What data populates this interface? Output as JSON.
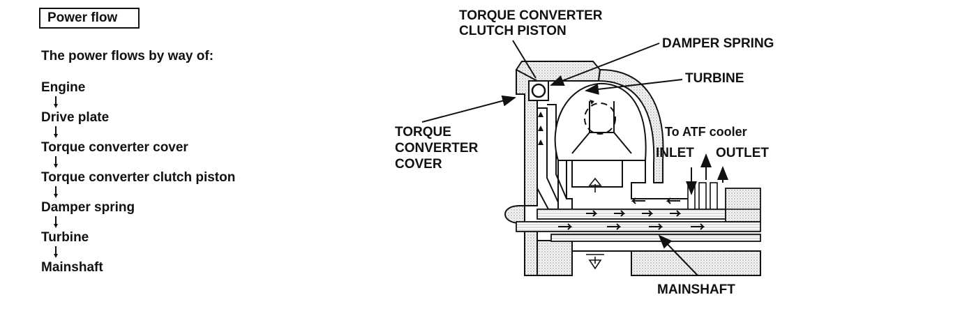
{
  "header": {
    "title": "Power flow"
  },
  "intro": "The power flows by way of:",
  "flow_steps": [
    "Engine",
    "Drive plate",
    "Torque converter cover",
    "Torque converter clutch piston",
    "Damper spring",
    "Turbine",
    "Mainshaft"
  ],
  "diagram": {
    "labels": {
      "clutch_piston_line1": "TORQUE CONVERTER",
      "clutch_piston_line2": "CLUTCH PISTON",
      "damper_spring": "DAMPER SPRING",
      "turbine": "TURBINE",
      "cover_line1": "TORQUE",
      "cover_line2": "CONVERTER",
      "cover_line3": "COVER",
      "atf_cooler": "To ATF cooler",
      "inlet": "INLET",
      "outlet": "OUTLET",
      "mainshaft": "MAINSHAFT"
    }
  }
}
